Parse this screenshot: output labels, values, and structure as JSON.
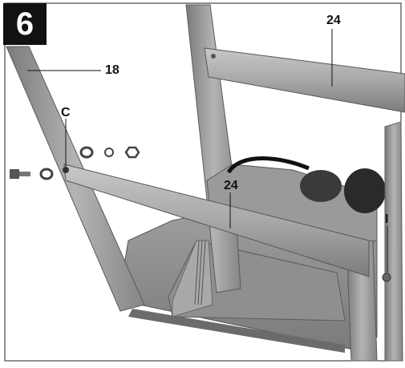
{
  "figure": {
    "step_number": "6",
    "callouts": {
      "leg_right_top": "24",
      "leg_left": "18",
      "bolt_point": "C",
      "crossbar_front": "24",
      "bolt_right": "I"
    }
  },
  "colors": {
    "frame_metal": "#9a9a9a",
    "frame_dark": "#6e6e6e",
    "frame_light": "#c6c6c6",
    "badge_background": "#111111",
    "badge_text": "#ffffff"
  }
}
